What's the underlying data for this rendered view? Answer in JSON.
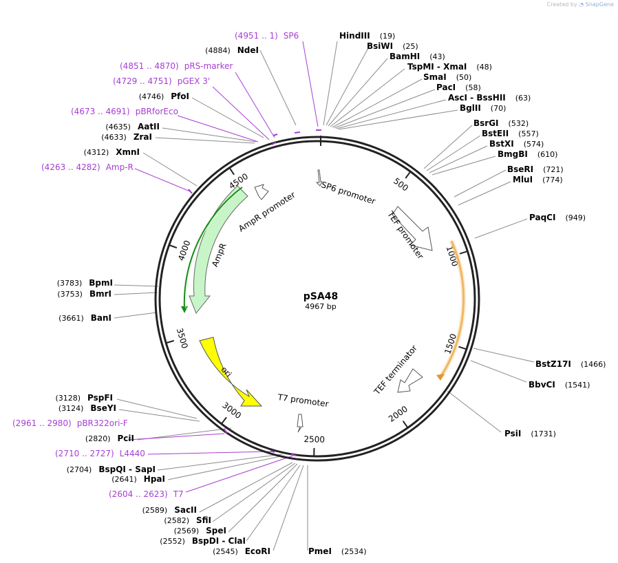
{
  "credit": {
    "text": "Created by",
    "brand": "SnapGene",
    "icon": "snapgene-logo-icon"
  },
  "plasmid": {
    "name": "pSA48",
    "length_label": "4967 bp",
    "length": 4967
  },
  "colors": {
    "primer": "#a63dd3",
    "ampR": "#c8f5c8",
    "ampR_outline": "#1a8a1a",
    "ori": "#ffff00",
    "tef_orf": "#f0a030",
    "backbone": "#222222"
  },
  "ticks": [
    "500",
    "1000",
    "1500",
    "2000",
    "2500",
    "3000",
    "3500",
    "4000",
    "4500"
  ],
  "tick_positions": [
    500,
    1000,
    1500,
    2000,
    2500,
    3000,
    3500,
    4000,
    4500
  ],
  "features": {
    "sp6_promoter": "SP6 promoter",
    "tef_promoter": "TEF promoter",
    "tef_terminator": "TEF terminator",
    "t7_promoter": "T7 promoter",
    "ampr_promoter": "AmpR promoter",
    "ampr": "AmpR",
    "ori": "ori"
  },
  "sites_right": [
    {
      "name": "HindIII",
      "pos": "(19)"
    },
    {
      "name": "BsiWI",
      "pos": "(25)"
    },
    {
      "name": "BamHI",
      "pos": "(43)"
    },
    {
      "name": "TspMI  -  XmaI",
      "pos": "(48)"
    },
    {
      "name": "SmaI",
      "pos": "(50)"
    },
    {
      "name": "PacI",
      "pos": "(58)"
    },
    {
      "name": "AscI  -  BssHII",
      "pos": "(63)"
    },
    {
      "name": "BglII",
      "pos": "(70)"
    },
    {
      "name": "BsrGI",
      "pos": "(532)"
    },
    {
      "name": "BstEII",
      "pos": "(557)"
    },
    {
      "name": "BstXI",
      "pos": "(574)"
    },
    {
      "name": "BmgBI",
      "pos": "(610)"
    },
    {
      "name": "BseRI",
      "pos": "(721)"
    },
    {
      "name": "MluI",
      "pos": "(774)"
    },
    {
      "name": "PaqCI",
      "pos": "(949)"
    },
    {
      "name": "BstZ17I",
      "pos": "(1466)"
    },
    {
      "name": "BbvCI",
      "pos": "(1541)"
    },
    {
      "name": "PsiI",
      "pos": "(1731)"
    }
  ],
  "sites_left": [
    {
      "name": "NdeI",
      "pos": "(4884)"
    },
    {
      "name": "PfoI",
      "pos": "(4746)"
    },
    {
      "name": "AatII",
      "pos": "(4635)"
    },
    {
      "name": "ZraI",
      "pos": "(4633)"
    },
    {
      "name": "XmnI",
      "pos": "(4312)"
    },
    {
      "name": "BpmI",
      "pos": "(3783)"
    },
    {
      "name": "BmrI",
      "pos": "(3753)"
    },
    {
      "name": "BanI",
      "pos": "(3661)"
    },
    {
      "name": "PspFI",
      "pos": "(3128)"
    },
    {
      "name": "BseYI",
      "pos": "(3124)"
    },
    {
      "name": "PciI",
      "pos": "(2820)"
    },
    {
      "name": "BspQI  -  SapI",
      "pos": "(2704)"
    },
    {
      "name": "HpaI",
      "pos": "(2641)"
    },
    {
      "name": "SacII",
      "pos": "(2589)"
    },
    {
      "name": "SfiI",
      "pos": "(2582)"
    },
    {
      "name": "SpeI",
      "pos": "(2569)"
    },
    {
      "name": "BspDI  -  ClaI",
      "pos": "(2552)"
    },
    {
      "name": "EcoRI",
      "pos": "(2545)"
    }
  ],
  "site_bottom": {
    "name": "PmeI",
    "pos": "(2534)"
  },
  "primers": [
    {
      "range": "(4951 .. 1)",
      "name": "SP6"
    },
    {
      "range": "(4851 .. 4870)",
      "name": "pRS-marker"
    },
    {
      "range": "(4729 .. 4751)",
      "name": "pGEX 3'"
    },
    {
      "range": "(4673 .. 4691)",
      "name": "pBRforEco"
    },
    {
      "range": "(4263 .. 4282)",
      "name": "Amp-R"
    },
    {
      "range": "(2961 .. 2980)",
      "name": "pBR322ori-F"
    },
    {
      "range": "(2710 .. 2727)",
      "name": "L4440"
    },
    {
      "range": "(2604 .. 2623)",
      "name": "T7"
    }
  ]
}
